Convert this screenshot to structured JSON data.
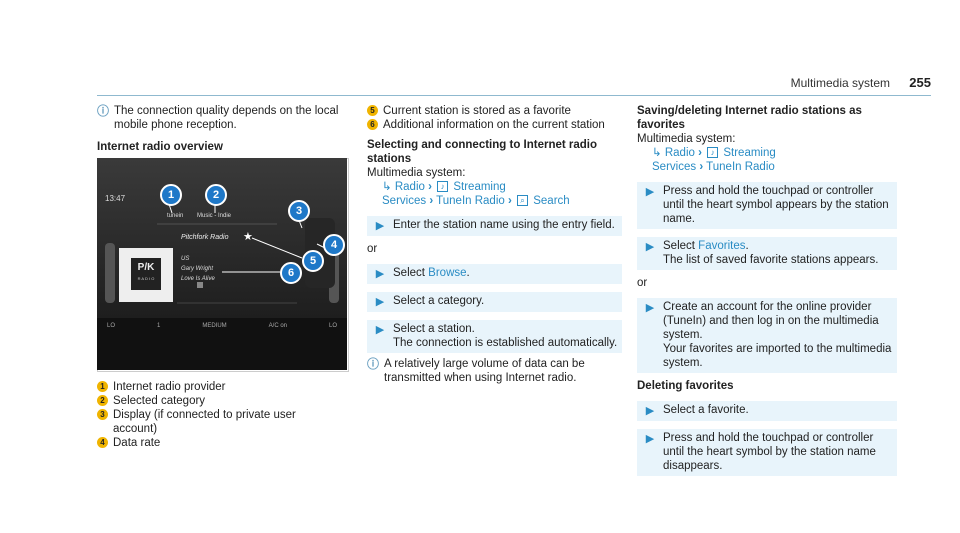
{
  "header": {
    "title": "Multimedia system",
    "page": "255"
  },
  "col1": {
    "note": "The connection quality depends on the local mobile phone reception.",
    "heading": "Internet radio overview",
    "legend": [
      {
        "n": "1",
        "text": "Internet radio provider"
      },
      {
        "n": "2",
        "text": "Selected category"
      },
      {
        "n": "3",
        "text": "Display (if connected to private user account)"
      },
      {
        "n": "4",
        "text": "Data rate"
      }
    ]
  },
  "screen": {
    "time": "13:47",
    "provider": "tunein",
    "category": "Music - Indie",
    "station": "Pitchfork Radio",
    "logo": "P/K",
    "logo_sub": "R A D I O",
    "country": "US",
    "artist": "Gary Wright",
    "song": "Love Is Alive",
    "bottom": [
      "LO",
      "1",
      "MEDIUM",
      "A/C on",
      "LO"
    ],
    "callouts": [
      "1",
      "2",
      "3",
      "4",
      "5",
      "6"
    ]
  },
  "col2": {
    "legend": [
      {
        "n": "5",
        "text": "Current station is stored as a favorite"
      },
      {
        "n": "6",
        "text": "Additional information on the current station"
      }
    ],
    "heading": "Selecting and connecting to Internet radio stations",
    "system": "Multimedia system:",
    "path": {
      "radio": "Radio",
      "streaming": "Streaming",
      "services": "Services",
      "tunein": "TuneIn Radio",
      "search": "Search"
    },
    "step1": "Enter the station name using the entry field.",
    "or1": "or",
    "step2_pre": "Select ",
    "step2_link": "Browse",
    "step2_post": ".",
    "step3": "Select a category.",
    "step4a": "Select a station.",
    "step4b": "The connection is established automatically.",
    "note": "A relatively large volume of data can be transmitted when using Internet radio."
  },
  "col3": {
    "heading": "Saving/deleting Internet radio stations as favorites",
    "system": "Multimedia system:",
    "path": {
      "radio": "Radio",
      "streaming": "Streaming",
      "services": "Services",
      "tunein": "TuneIn Radio"
    },
    "step1": "Press and hold the touchpad or controller until the heart symbol appears by the station name.",
    "step2_pre": "Select ",
    "step2_link": "Favorites",
    "step2_post": ".",
    "step2b": "The list of saved favorite stations appears.",
    "or1": "or",
    "step3": "Create an account for the online provider (TuneIn) and then log in on the multimedia system.",
    "step3b": "Your favorites are imported to the multimedia system.",
    "heading2": "Deleting favorites",
    "step4": "Select a favorite.",
    "step5": "Press and hold the touchpad or controller until the heart symbol by the station name disappears."
  }
}
